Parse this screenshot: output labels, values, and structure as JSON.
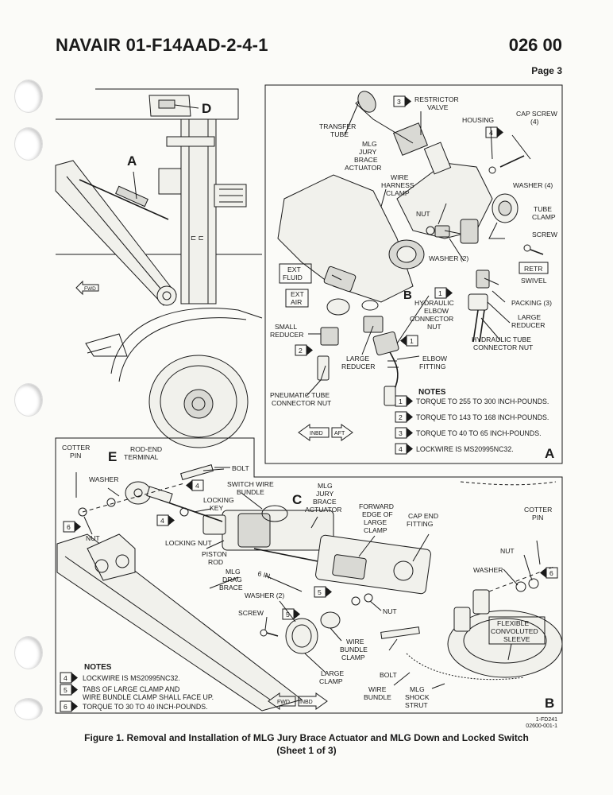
{
  "header": {
    "doc_number": "NAVAIR 01-F14AAD-2-4-1",
    "section": "026 00",
    "page": "Page 3"
  },
  "overview_view": {
    "callout_a": "A",
    "callout_d": "D",
    "fwd_label": "FWD"
  },
  "view_a": {
    "view_letter": "A",
    "labels": {
      "restrictor_valve": [
        "RESTRICTOR",
        "VALVE"
      ],
      "transfer_tube": [
        "TRANSFER",
        "TUBE"
      ],
      "jury_actuator": [
        "MLG",
        "JURY",
        "BRACE",
        "ACTUATOR"
      ],
      "wire_clamp": [
        "WIRE",
        "HARNESS",
        "CLAMP"
      ],
      "housing": "HOUSING",
      "cap_screw": [
        "CAP SCREW",
        "(4)"
      ],
      "washer4": "WASHER (4)",
      "tube_clamp": [
        "TUBE",
        "CLAMP"
      ],
      "nut": "NUT",
      "screw": "SCREW",
      "washer2": "WASHER (2)",
      "retr": "RETR",
      "swivel": "SWIVEL",
      "packing": "PACKING (3)",
      "large_reducer_r": [
        "LARGE",
        "REDUCER"
      ],
      "ext_fluid": [
        "EXT",
        "FLUID"
      ],
      "ext_air": [
        "EXT",
        "AIR"
      ],
      "callout_b": "B",
      "hydraulic_elbow": [
        "HYDRAULIC",
        "ELBOW",
        "CONNECTOR",
        "NUT"
      ],
      "hydraulic_tube": [
        "HYDRAULIC TUBE",
        "CONNECTOR NUT"
      ],
      "small_reducer": [
        "SMALL",
        "REDUCER"
      ],
      "large_reducer_l": [
        "LARGE",
        "REDUCER"
      ],
      "elbow_fitting": [
        "ELBOW",
        "FITTING"
      ],
      "pneumatic": [
        "PNEUMATIC TUBE",
        "CONNECTOR NUT"
      ],
      "inbd": "INBD",
      "aft": "AFT"
    },
    "notes_title": "NOTES",
    "notes": [
      {
        "num": "1",
        "text": "TORQUE TO 255 TO 300 INCH-POUNDS."
      },
      {
        "num": "2",
        "text": "TORQUE TO 143 TO 168 INCH-POUNDS."
      },
      {
        "num": "3",
        "text": "TORQUE TO 40 TO 65 INCH-POUNDS."
      },
      {
        "num": "4",
        "text": "LOCKWIRE IS MS20995NC32."
      }
    ]
  },
  "view_b": {
    "view_letter": "B",
    "labels": {
      "cotter_pin_l": [
        "COTTER",
        "PIN"
      ],
      "callout_e": "E",
      "rod_end": [
        "ROD-END",
        "TERMINAL"
      ],
      "bolt_top": "BOLT",
      "washer_l": "WASHER",
      "switch_wire": [
        "SWITCH WIRE",
        "BUNDLE"
      ],
      "callout_c": "C",
      "mlg_jury": [
        "MLG",
        "JURY",
        "BRACE",
        "ACTUATOR"
      ],
      "locking_key": [
        "LOCKING",
        "KEY"
      ],
      "fwd_edge": [
        "FORWARD",
        "EDGE OF",
        "LARGE",
        "CLAMP"
      ],
      "cap_end": [
        "CAP END",
        "FITTING"
      ],
      "cotter_pin_r": [
        "COTTER",
        "PIN"
      ],
      "nut_l": "NUT",
      "locking_nut": "LOCKING NUT",
      "piston_rod": [
        "PISTON",
        "ROD"
      ],
      "nut_r": "NUT",
      "washer_r": "WASHER",
      "drag_brace": [
        "MLG",
        "DRAG",
        "BRACE"
      ],
      "six_in": "6 IN.",
      "washer2": "WASHER (2)",
      "nut_mid": "NUT",
      "screw": "SCREW",
      "flexible": [
        "FLEXIBLE",
        "CONVOLUTED",
        "SLEEVE"
      ],
      "wire_bundle_clamp": [
        "WIRE",
        "BUNDLE",
        "CLAMP"
      ],
      "bolt_bottom": "BOLT",
      "large_clamp": [
        "LARGE",
        "CLAMP"
      ],
      "wire_bundle": [
        "WIRE",
        "BUNDLE"
      ],
      "shock_strut": [
        "MLG",
        "SHOCK",
        "STRUT"
      ],
      "fwd": "FWD",
      "inbd": "INBD"
    },
    "notes_title": "NOTES",
    "notes": [
      {
        "num": "4",
        "text": [
          "LOCKWIRE IS MS20995NC32."
        ]
      },
      {
        "num": "5",
        "text": [
          "TABS OF LARGE CLAMP AND",
          "WIRE BUNDLE CLAMP SHALL FACE UP."
        ]
      },
      {
        "num": "6",
        "text": [
          "TORQUE TO 30 TO 40 INCH-POUNDS."
        ]
      }
    ]
  },
  "ref_codes": [
    "1-FD241",
    "02600-001-1"
  ],
  "caption": {
    "line1": "Figure 1. Removal and Installation of MLG Jury Brace Actuator and MLG Down and Locked Switch",
    "line2": "(Sheet 1 of 3)"
  }
}
